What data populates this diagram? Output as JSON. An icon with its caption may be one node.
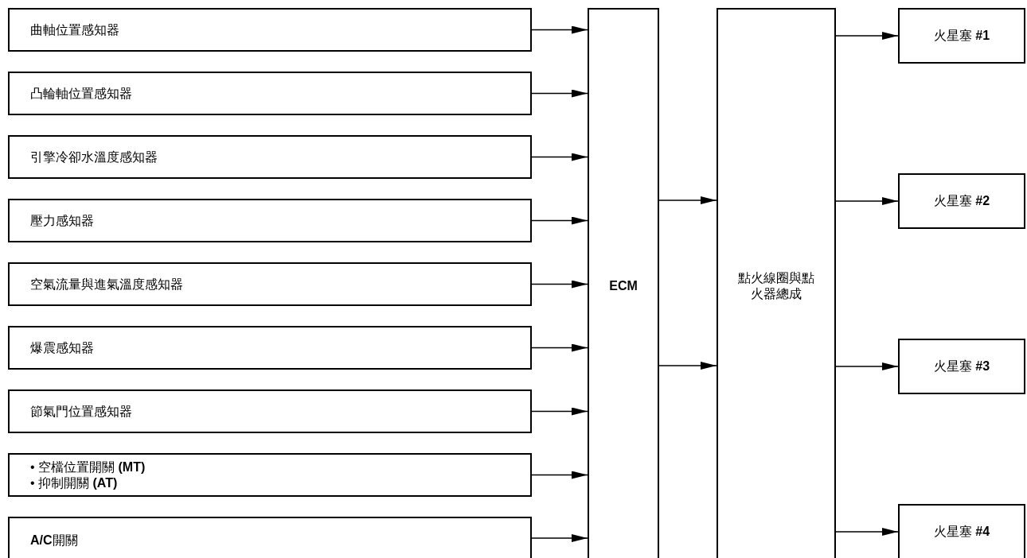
{
  "diagram": {
    "nodes": [
      {
        "text": [
          "曲軸位置感知器"
        ]
      },
      {
        "text": [
          "凸輪軸位置感知器"
        ]
      },
      {
        "text": [
          "引擎冷卻水溫度感知器"
        ]
      },
      {
        "text": [
          "壓力感知器"
        ]
      },
      {
        "text": [
          "空氣流量與進氣溫度感知器"
        ]
      },
      {
        "text": [
          "爆震感知器"
        ]
      },
      {
        "text": [
          "節氣門位置感知器"
        ]
      },
      {
        "text": [
          "• 空檔位置開關 **(MT)**",
          "• 抑制開關 **(AT)**"
        ]
      },
      {
        "text": [
          "**A/C**開關"
        ]
      },
      {
        "text": [
          "ECM"
        ]
      },
      {
        "text": [
          "點火線圈與點火器總成"
        ]
      },
      {
        "text": [
          "火星塞 **#1**"
        ]
      },
      {
        "text": [
          "火星塞 **#2**"
        ]
      },
      {
        "text": [
          "火星塞 **#3**"
        ]
      },
      {
        "text": [
          "火星塞 **#4**"
        ]
      }
    ],
    "edges": [
      {
        "from": 0,
        "to": 9,
        "arrow": "to"
      },
      {
        "from": 1,
        "to": 9,
        "arrow": "to"
      },
      {
        "from": 2,
        "to": 9,
        "arrow": "to"
      },
      {
        "from": 3,
        "to": 9,
        "arrow": "to"
      },
      {
        "from": 4,
        "to": 9,
        "arrow": "to"
      },
      {
        "from": 5,
        "to": 9,
        "arrow": "to"
      },
      {
        "from": 6,
        "to": 9,
        "arrow": "to"
      },
      {
        "from": 7,
        "to": 9,
        "arrow": "to"
      },
      {
        "from": 8,
        "to": 9,
        "arrow": "to"
      },
      {
        "from": 9,
        "to": 10,
        "arrow": "to"
      },
      {
        "from": 9,
        "to": 10,
        "arrow": "to"
      },
      {
        "from": 10,
        "to": 11,
        "arrow": "to"
      },
      {
        "from": 10,
        "to": 12,
        "arrow": "to"
      },
      {
        "from": 10,
        "to": 13,
        "arrow": "to"
      },
      {
        "from": 10,
        "to": 14,
        "arrow": "to"
      }
    ]
  }
}
